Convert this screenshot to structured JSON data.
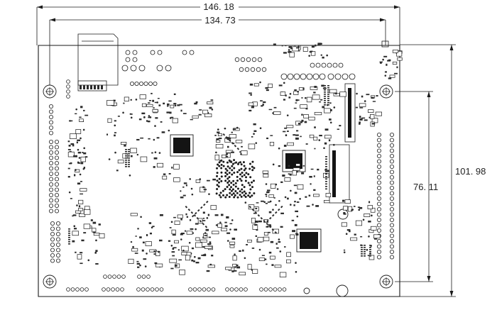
{
  "dimensions": {
    "overall_width": "146. 18",
    "hole_spacing_x": "134. 73",
    "overall_height": "101. 98",
    "hole_spacing_y": "76. 11"
  },
  "colors": {
    "ink": "#1a1a1a",
    "background": "#ffffff"
  }
}
